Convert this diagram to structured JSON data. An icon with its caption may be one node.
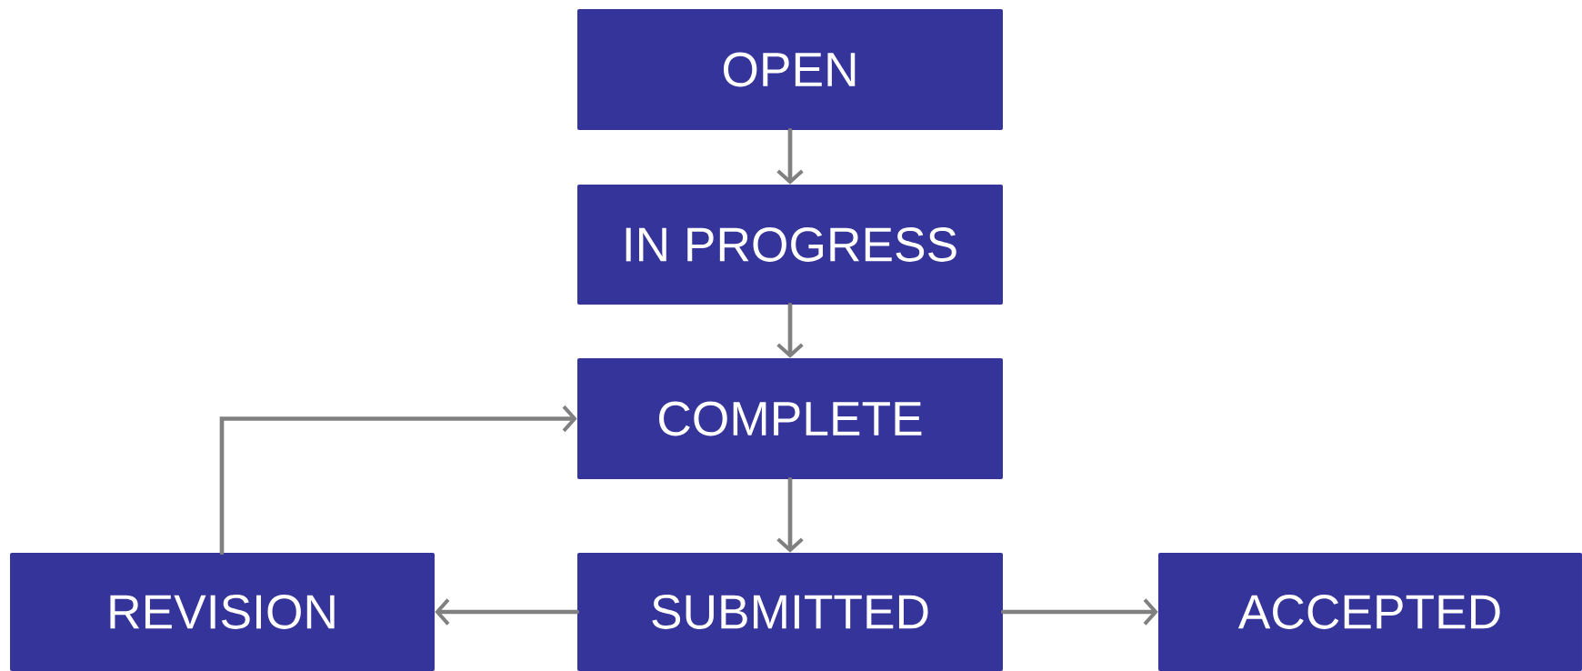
{
  "diagram": {
    "nodes": [
      {
        "text": [
          "OPEN"
        ]
      },
      {
        "text": [
          "IN PROGRESS"
        ]
      },
      {
        "text": [
          "COMPLETE"
        ]
      },
      {
        "text": [
          "SUBMITTED"
        ]
      },
      {
        "text": [
          "REVISION"
        ]
      },
      {
        "text": [
          "ACCEPTED"
        ]
      }
    ],
    "edges": [
      {
        "from": 0,
        "to": 1,
        "arrow": "to"
      },
      {
        "from": 1,
        "to": 2,
        "arrow": "to"
      },
      {
        "from": 2,
        "to": 3,
        "arrow": "to"
      },
      {
        "from": 3,
        "to": 4,
        "arrow": "to"
      },
      {
        "from": 3,
        "to": 5,
        "arrow": "to"
      },
      {
        "from": 4,
        "to": 2,
        "arrow": "to"
      }
    ]
  }
}
